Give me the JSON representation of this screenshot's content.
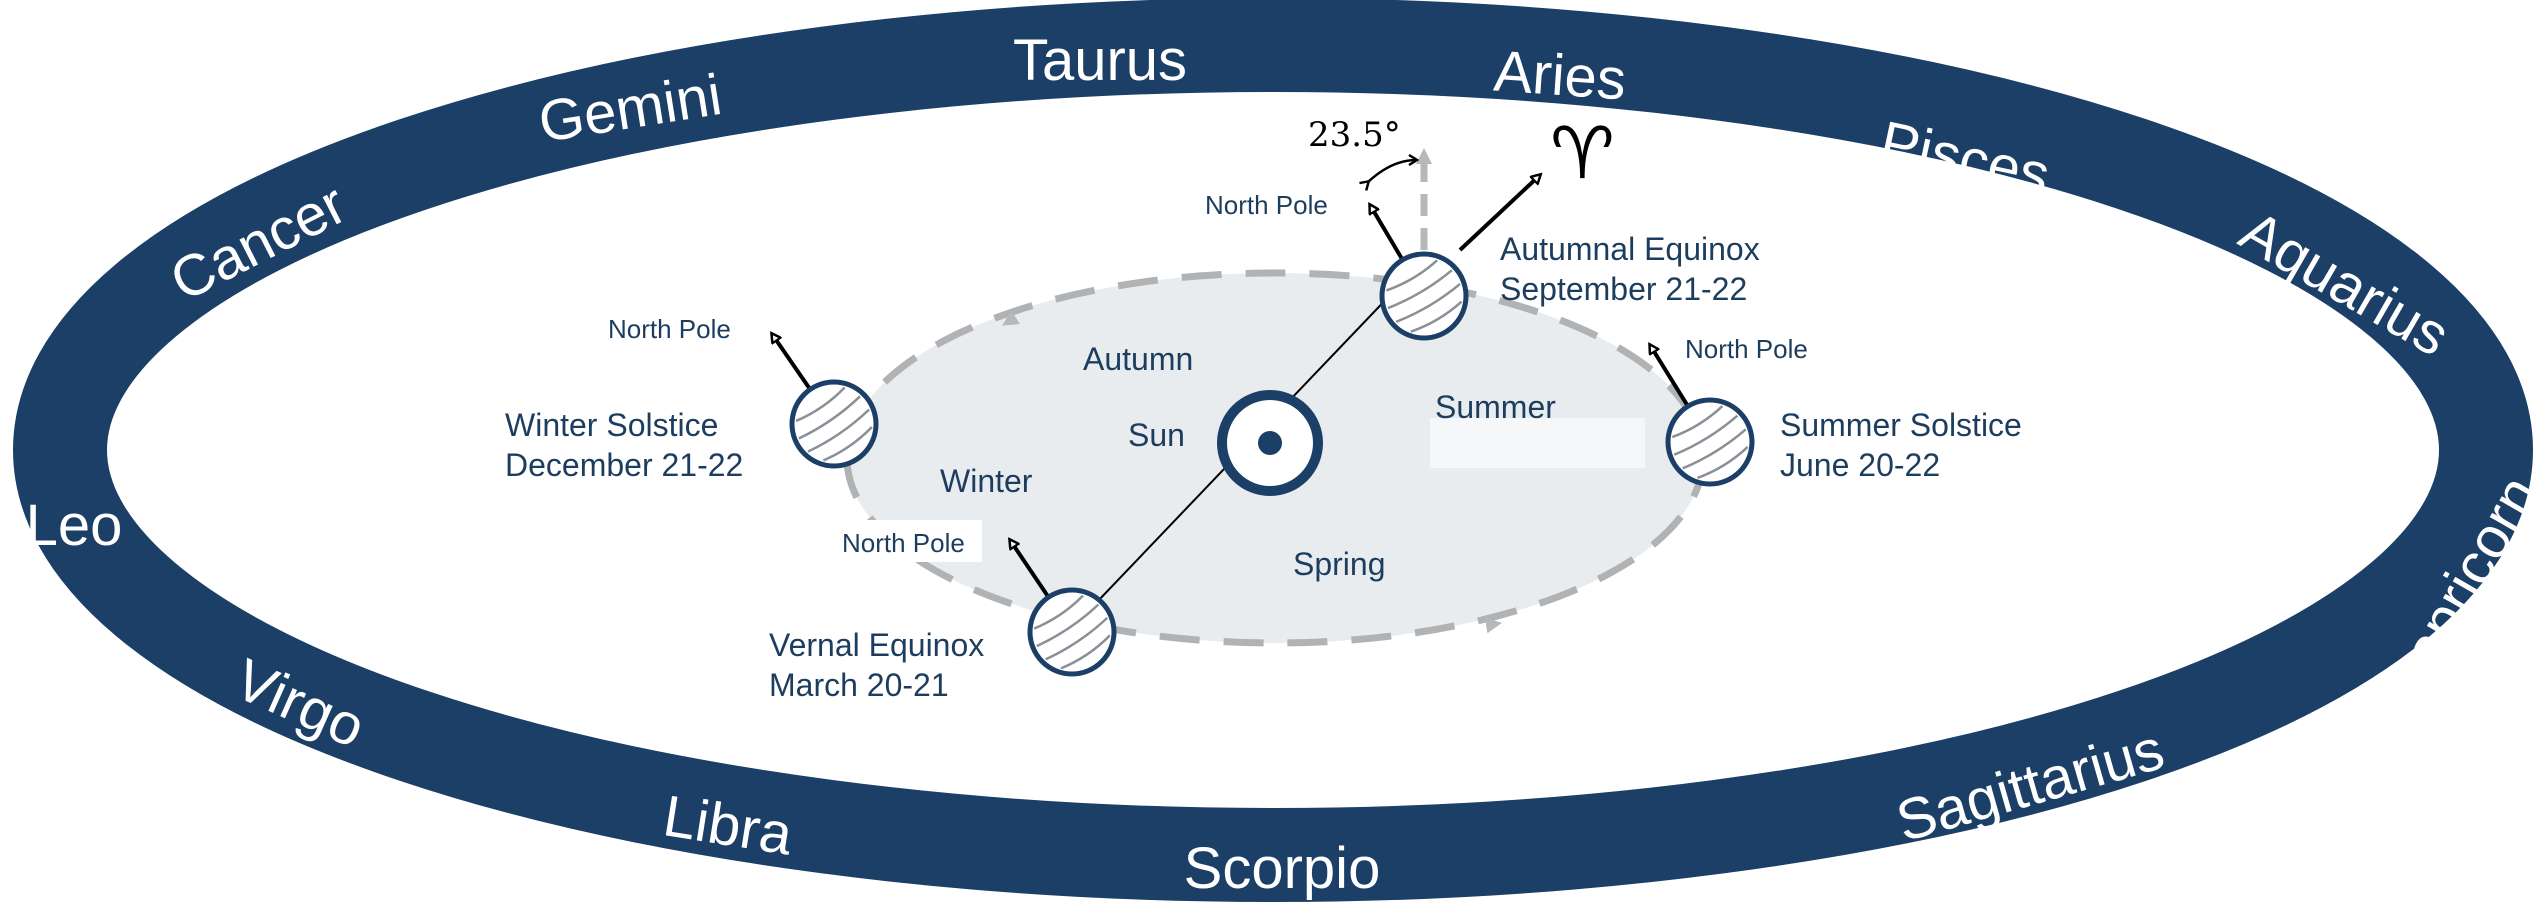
{
  "zodiac": [
    "Taurus",
    "Aries",
    "Pisces",
    "Aquarius",
    "Capricorn",
    "Sagittarius",
    "Scorpio",
    "Libra",
    "Virgo",
    "Leo",
    "Cancer",
    "Gemini"
  ],
  "sun": {
    "label": "Sun"
  },
  "seasons": {
    "autumn": "Autumn",
    "summer": "Summer",
    "winter": "Winter",
    "spring": "Spring"
  },
  "positions": {
    "autumnal": {
      "line1": "Autumnal Equinox",
      "line2": "September 21-22"
    },
    "summer_solstice": {
      "line1": "Summer Solstice",
      "line2": "June 20-22"
    },
    "winter_solstice": {
      "line1": "Winter Solstice",
      "line2": "December 21-22"
    },
    "vernal": {
      "line1": "Vernal Equinox",
      "line2": "March 20-21"
    }
  },
  "north_pole": "North Pole",
  "tilt_angle": "23.5°",
  "aries_symbol": "♈",
  "colors": {
    "ring": "#1b3f66",
    "ellipse_fill": "#e9ecef",
    "orbit_dash": "#aeb0b2",
    "text": "#1d3d5e"
  }
}
